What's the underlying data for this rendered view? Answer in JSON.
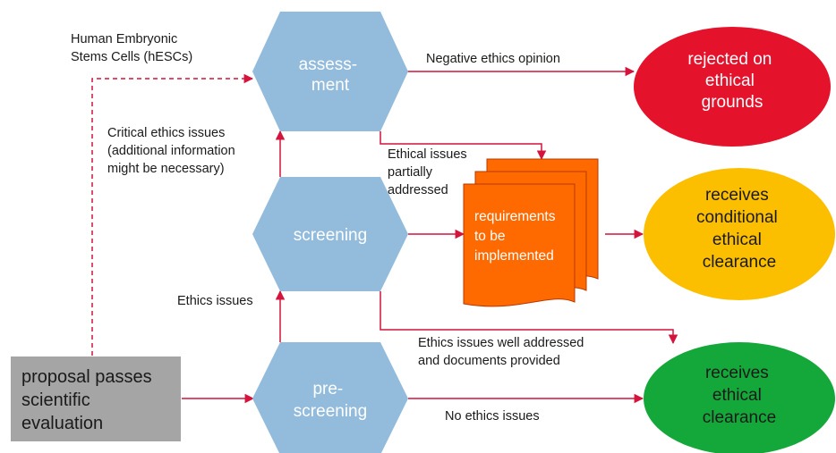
{
  "colors": {
    "arrow": "#d4143c",
    "hexagon": "#92bbdc",
    "hexagon_text": "#ffffff",
    "start_box": "#a5a5a5",
    "document": "#ff6a00",
    "rejected": "#e5122b",
    "conditional": "#fbbf00",
    "clearance": "#14a83a"
  },
  "nodes": {
    "start": {
      "lines": [
        "proposal passes",
        "scientific",
        "evaluation"
      ]
    },
    "assessment": {
      "lines": [
        "assess-",
        "ment"
      ]
    },
    "screening": {
      "lines": [
        "screening"
      ]
    },
    "prescreening": {
      "lines": [
        "pre-",
        "screening"
      ]
    },
    "requirements": {
      "lines": [
        "requirements",
        "to be",
        "implemented"
      ]
    },
    "rejected": {
      "lines": [
        "rejected on",
        "ethical",
        "grounds"
      ]
    },
    "conditional": {
      "lines": [
        "receives",
        "conditional",
        "ethical",
        "clearance"
      ]
    },
    "clearance": {
      "lines": [
        "receives",
        "ethical",
        "clearance"
      ]
    }
  },
  "edge_labels": {
    "hescs": [
      "Human Embryonic",
      "Stems Cells (hESCs)"
    ],
    "negative": [
      "Negative ethics opinion"
    ],
    "critical": [
      "Critical ethics issues",
      "(additional information",
      "might be necessary)"
    ],
    "partial": [
      "Ethical issues",
      "partially",
      "addressed"
    ],
    "ethics_issues": [
      "Ethics issues"
    ],
    "well_addressed": [
      "Ethics issues well addressed",
      "and documents provided"
    ],
    "no_issues": [
      "No ethics issues"
    ]
  }
}
